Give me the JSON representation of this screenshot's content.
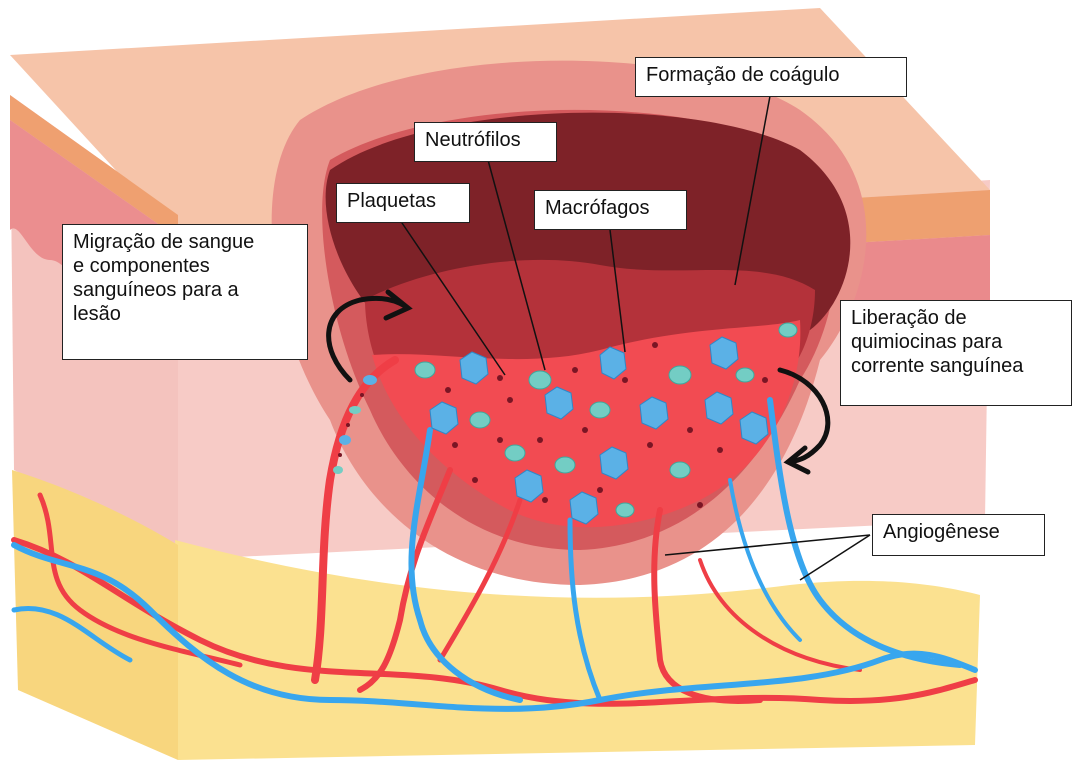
{
  "labels": {
    "clot": "Formação de coágulo",
    "neutrophils": "Neutrófilos",
    "platelets": "Plaquetas",
    "macrophages": "Macrófagos",
    "migration": "Migração de sangue\ne componentes\nsanguíneos para a\nlesão",
    "chemokines": "Liberação de\nquimiocinas para\ncorrente sanguínea",
    "angiogenesis": "Angiogênese"
  },
  "colors": {
    "outer_skin": "#f6c3a8",
    "orange_band": "#eea070",
    "dermis": "#f6c9c4",
    "fat": "#fde18d",
    "wound_rim": "#e89088",
    "clot_dark": "#7e2228",
    "clot_mid": "#b4323a",
    "blood": "#f24b52",
    "artery": "#ef3e46",
    "vein": "#38a6ee",
    "macrophage": "#5bb1e6",
    "neutrophil": "#73cdc4",
    "platelet": "#7a1524"
  }
}
